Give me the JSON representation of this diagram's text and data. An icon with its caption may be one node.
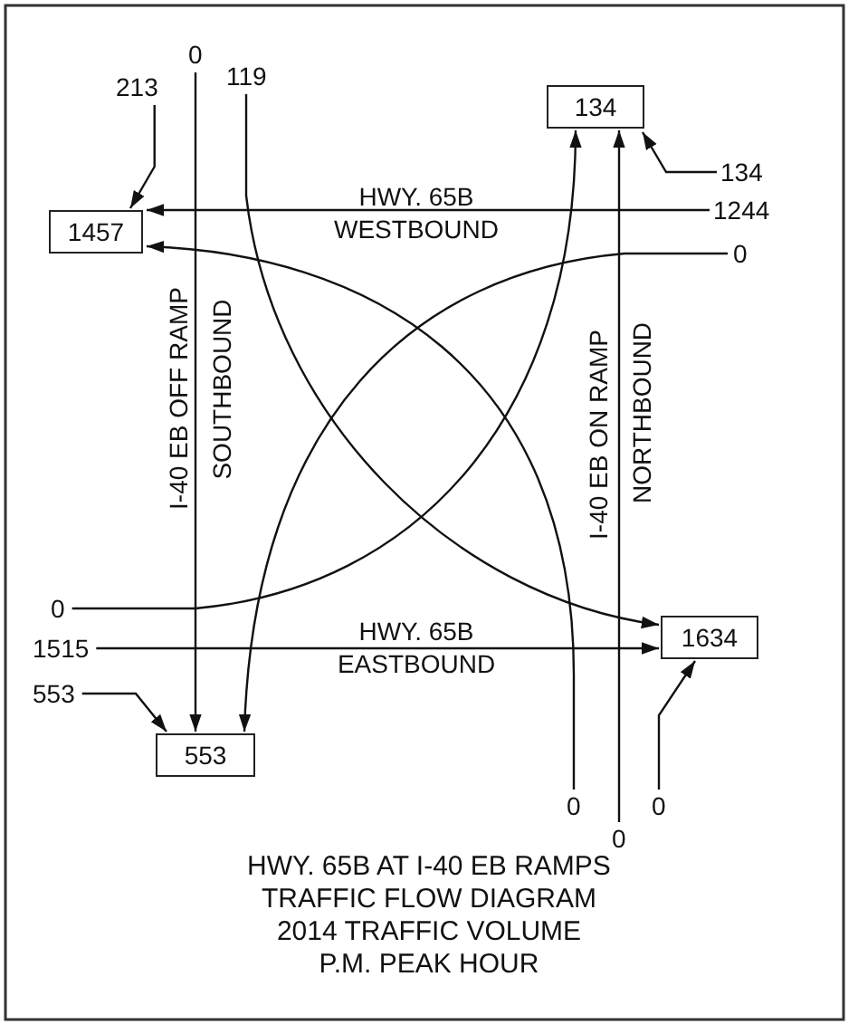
{
  "diagram": {
    "title": "HWY. 65B AT I-40 EB RAMPS TRAFFIC FLOW DIAGRAM",
    "caption": "2014 TRAFFIC VOLUME P.M. PEAK HOUR",
    "nodes": [
      {
        "text": [
          "0"
        ]
      },
      {
        "text": [
          "213"
        ]
      },
      {
        "text": [
          "119"
        ]
      },
      {
        "text": [
          "134"
        ]
      },
      {
        "text": [
          "134"
        ]
      },
      {
        "text": [
          "1457"
        ]
      },
      {
        "text": [
          "1244"
        ]
      },
      {
        "text": [
          "0"
        ]
      },
      {
        "text": [
          "0"
        ]
      },
      {
        "text": [
          "1515"
        ]
      },
      {
        "text": [
          "1634"
        ]
      },
      {
        "text": [
          "553"
        ]
      },
      {
        "text": [
          "553"
        ]
      },
      {
        "text": [
          "0"
        ]
      },
      {
        "text": [
          "0"
        ]
      },
      {
        "text": [
          "0"
        ]
      }
    ],
    "edges": [
      {
        "from": 1,
        "to": 5,
        "arrow": "to"
      },
      {
        "from": 0,
        "to": 12,
        "arrow": "to"
      },
      {
        "from": 2,
        "to": 10,
        "arrow": "to"
      },
      {
        "from": 4,
        "to": 3,
        "arrow": "to"
      },
      {
        "from": 6,
        "to": 5,
        "arrow": "to"
      },
      {
        "from": 7,
        "to": 12,
        "arrow": "to"
      },
      {
        "from": 8,
        "to": 3,
        "arrow": "to"
      },
      {
        "from": 9,
        "to": 10,
        "arrow": "to"
      },
      {
        "from": 11,
        "to": 12,
        "arrow": "to"
      },
      {
        "from": 13,
        "to": 5,
        "arrow": "to"
      },
      {
        "from": 15,
        "to": 3,
        "arrow": "to"
      },
      {
        "from": 14,
        "to": 10,
        "arrow": "to"
      }
    ],
    "labels": [
      "HWY. 65B",
      "WESTBOUND",
      "I-40 EB OFF RAMP",
      "SOUTHBOUND",
      "I-40 EB ON RAMP",
      "NORTHBOUND",
      "HWY. 65B",
      "EASTBOUND"
    ]
  }
}
